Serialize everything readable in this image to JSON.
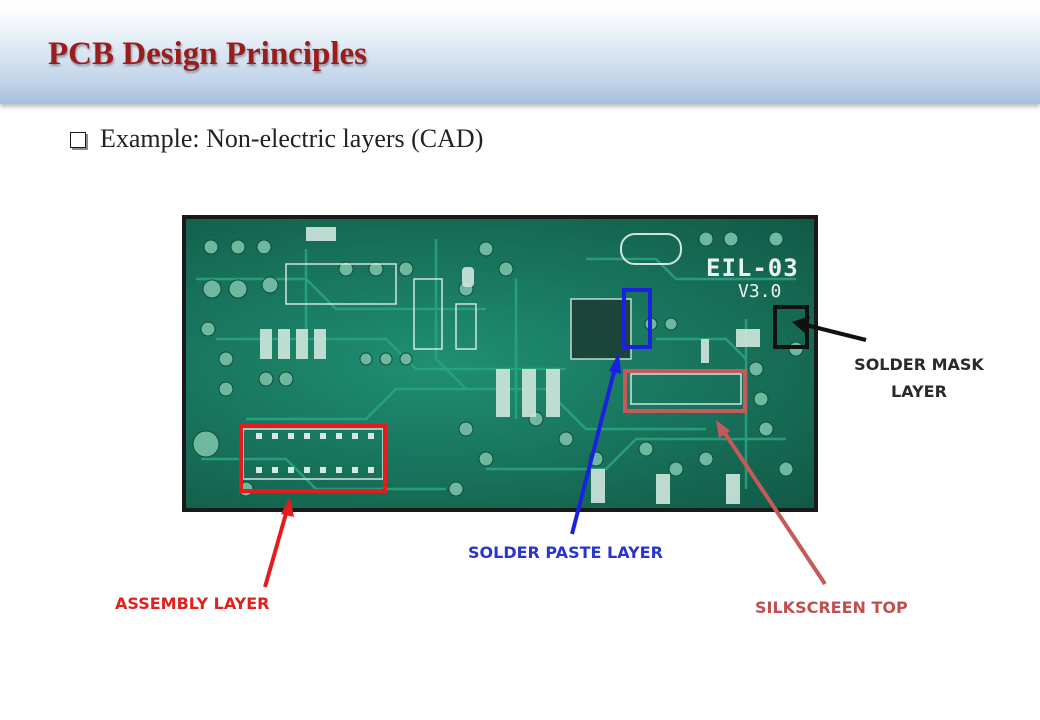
{
  "slide": {
    "title": "PCB Design Principles",
    "bullet": "Example: Non-electric layers (CAD)"
  },
  "board": {
    "marking": "EIL-03",
    "version": "V3.0"
  },
  "labels": {
    "solder_mask_line1": "SOLDER MASK",
    "solder_mask_line2": "LAYER",
    "solder_paste": "SOLDER PASTE LAYER",
    "assembly": "ASSEMBLY LAYER",
    "silkscreen": "SILKSCREEN TOP"
  },
  "colors": {
    "title": "#9b1c1c",
    "solder_mask": "#111111",
    "solder_paste": "#1a22e0",
    "assembly": "#e61c1c",
    "silkscreen": "#c45a5a",
    "board": "#176f58"
  }
}
